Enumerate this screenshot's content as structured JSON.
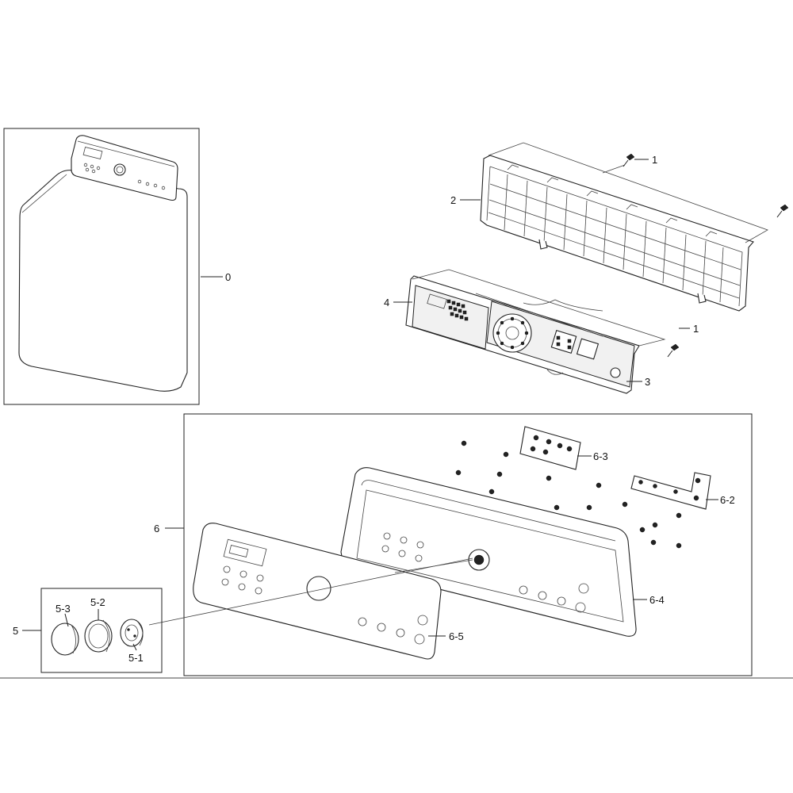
{
  "callouts": {
    "c0": "0",
    "c1_top": "1",
    "c1_mid": "1",
    "c2": "2",
    "c3": "3",
    "c4": "4",
    "c5": "5",
    "c5_1": "5-1",
    "c5_2": "5-2",
    "c5_3": "5-3",
    "c6": "6",
    "c6_2": "6-2",
    "c6_3": "6-3",
    "c6_4": "6-4",
    "c6_5": "6-5"
  }
}
